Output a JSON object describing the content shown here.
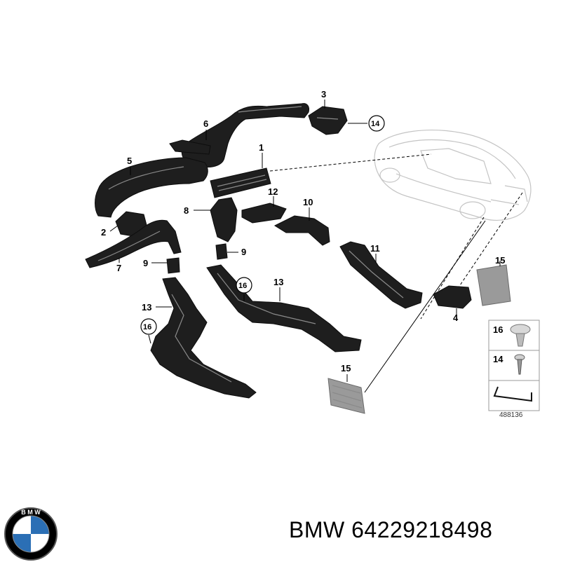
{
  "diagram": {
    "id": "488136",
    "callouts": [
      {
        "key": "1",
        "label": "1"
      },
      {
        "key": "2",
        "label": "2"
      },
      {
        "key": "3",
        "label": "3"
      },
      {
        "key": "4",
        "label": "4"
      },
      {
        "key": "5",
        "label": "5"
      },
      {
        "key": "6",
        "label": "6"
      },
      {
        "key": "7",
        "label": "7"
      },
      {
        "key": "8",
        "label": "8"
      },
      {
        "key": "9a",
        "label": "9"
      },
      {
        "key": "9b",
        "label": "9"
      },
      {
        "key": "10",
        "label": "10"
      },
      {
        "key": "11",
        "label": "11"
      },
      {
        "key": "12",
        "label": "12"
      },
      {
        "key": "13a",
        "label": "13"
      },
      {
        "key": "13b",
        "label": "13"
      },
      {
        "key": "14",
        "label": "14"
      },
      {
        "key": "15a",
        "label": "15"
      },
      {
        "key": "15b",
        "label": "15"
      },
      {
        "key": "16a",
        "label": "16"
      },
      {
        "key": "16b",
        "label": "16"
      }
    ],
    "legend": [
      {
        "label": "16",
        "icon": "clip-icon"
      },
      {
        "label": "14",
        "icon": "screw-icon"
      },
      {
        "label": "",
        "icon": "bracket-icon"
      }
    ]
  },
  "footer": {
    "brand": "BMW",
    "part_number": "64229218498",
    "logo_icon": "bmw-roundel-icon",
    "logo_colors": {
      "ring": "#000000",
      "blue": "#2b6fb5",
      "white": "#ffffff"
    }
  }
}
